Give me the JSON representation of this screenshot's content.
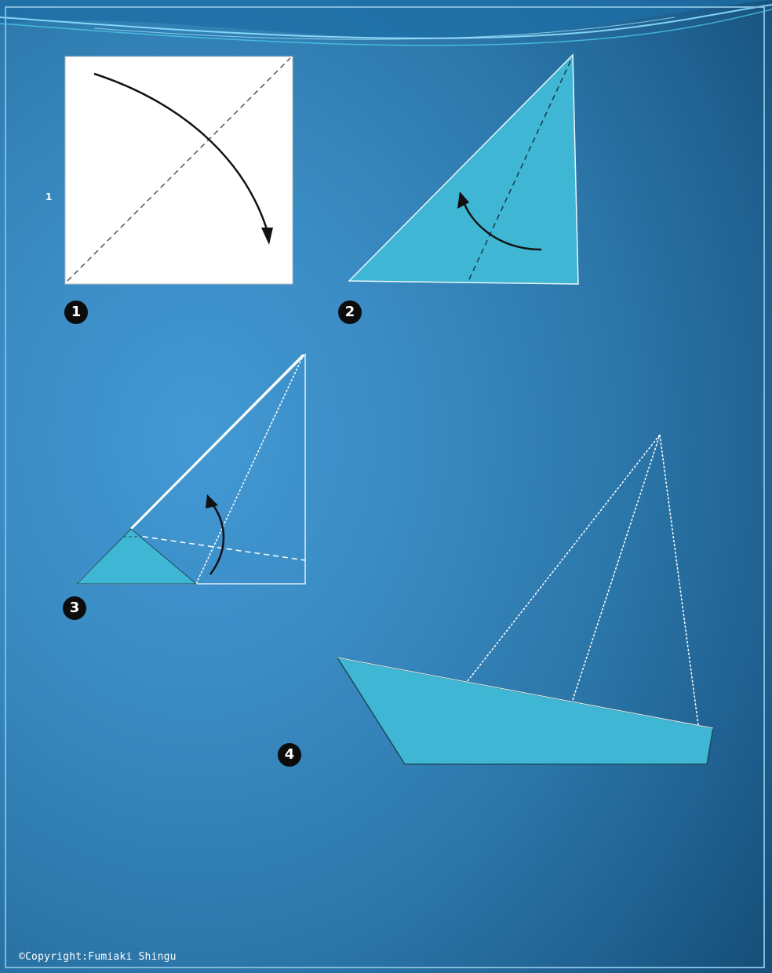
{
  "steps": {
    "s1": "1",
    "s2": "2",
    "s3": "3",
    "s4": "4"
  },
  "side_label": "1",
  "copyright": "©Copyright:Fumiaki Shingu",
  "colors": {
    "paper_blue": "#3fb6d4",
    "paper_white": "#ffffff",
    "arrow": "#111111",
    "frame": "#7fb9dd"
  }
}
